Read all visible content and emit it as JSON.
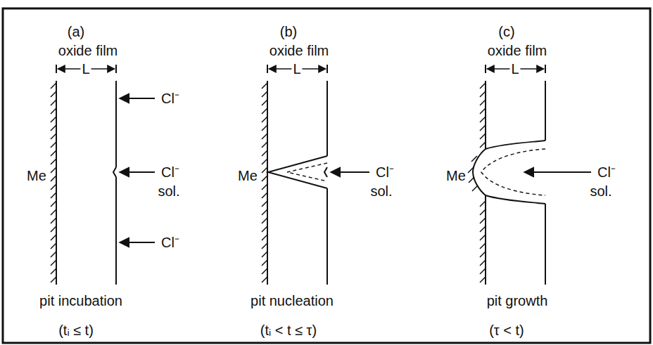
{
  "diagram": {
    "labels": [
      "(a)",
      "oxide film",
      "L",
      "Cl⁻",
      "Me",
      "Cl⁻",
      "sol.",
      "Cl⁻",
      "pit incubation",
      "(tᵢ ≤ t)",
      "(b)",
      "oxide film",
      "L",
      "Me",
      "Cl⁻",
      "sol.",
      "pit nucleation",
      "(tᵢ < t ≤ τ)",
      "(c)",
      "oxide film",
      "L",
      "Me",
      "Cl⁻",
      "sol.",
      "pit growth",
      "(τ < t)"
    ]
  }
}
